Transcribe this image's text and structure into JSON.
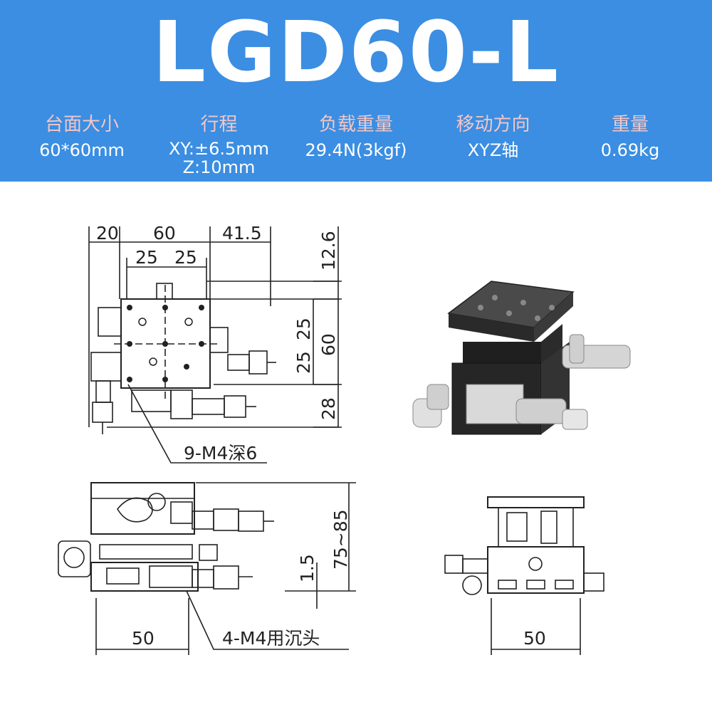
{
  "title": "LGD60-L",
  "specs": [
    {
      "label": "台面大小",
      "value": "60*60mm",
      "value2": ""
    },
    {
      "label": "行程",
      "value": "XY:±6.5mm",
      "value2": "Z:10mm"
    },
    {
      "label": "负载重量",
      "value": "29.4N(3kgf)",
      "value2": ""
    },
    {
      "label": "移动方向",
      "value": "XYZ轴",
      "value2": ""
    },
    {
      "label": "重量",
      "value": "0.69kg",
      "value2": ""
    }
  ],
  "drawing": {
    "top_dims": [
      "20",
      "60",
      "41.5"
    ],
    "inner_top_dims": [
      "25",
      "25"
    ],
    "right_dims": [
      "12.6",
      "25",
      "60",
      "25",
      "28"
    ],
    "hole_note": "9-M4深6",
    "side_height": "75~85",
    "side_offset": "1.5",
    "side_width": "50",
    "mount_note": "4-M4用沉头",
    "front_width": "50"
  },
  "colors": {
    "banner": "#3b8ee2",
    "spec_label": "#f3c6c6"
  }
}
